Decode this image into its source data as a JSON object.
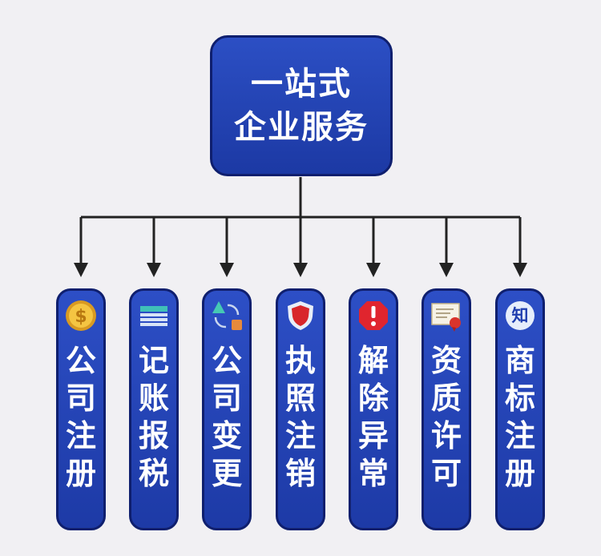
{
  "root": {
    "line1": "一站式",
    "line2": "企业服务"
  },
  "services": [
    {
      "label": "公司注册",
      "icon": "coin-icon"
    },
    {
      "label": "记账报税",
      "icon": "ledger-icon"
    },
    {
      "label": "公司变更",
      "icon": "change-icon"
    },
    {
      "label": "执照注销",
      "icon": "shield-icon"
    },
    {
      "label": "解除异常",
      "icon": "alert-icon"
    },
    {
      "label": "资质许可",
      "icon": "certificate-icon"
    },
    {
      "label": "商标注册",
      "icon": "trademark-icon",
      "icon_text": "知"
    }
  ],
  "colors": {
    "box_fill": "#1f3eaf",
    "box_border": "#0f1f6e",
    "connector": "#222222",
    "background": "#f1f0f3"
  }
}
